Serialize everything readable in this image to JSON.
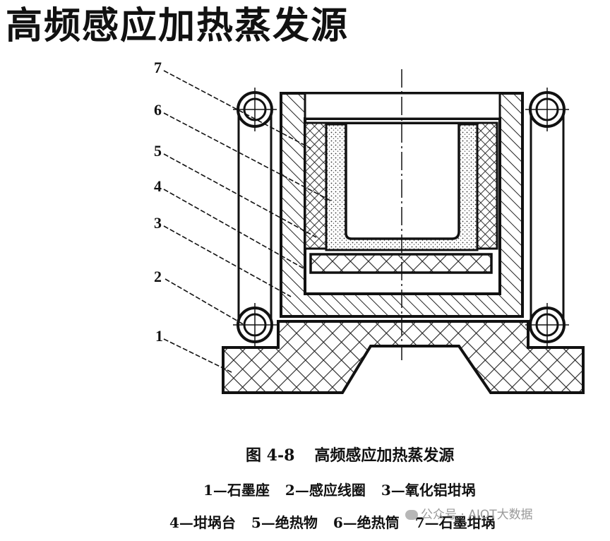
{
  "title": "高频感应加热蒸发源",
  "diagram": {
    "numbers": [
      "1",
      "2",
      "3",
      "4",
      "5",
      "6",
      "7"
    ],
    "caption_figure": "图 4-8",
    "caption_title": "高频感应加热蒸发源",
    "legend": [
      "1—石墨座",
      "2—感应线圈",
      "3—氧化铝坩埚",
      "4—坩埚台",
      "5—绝热物",
      "6—绝热筒",
      "7—石墨坩埚"
    ]
  },
  "watermark": "公众号 · AIOT大数据"
}
